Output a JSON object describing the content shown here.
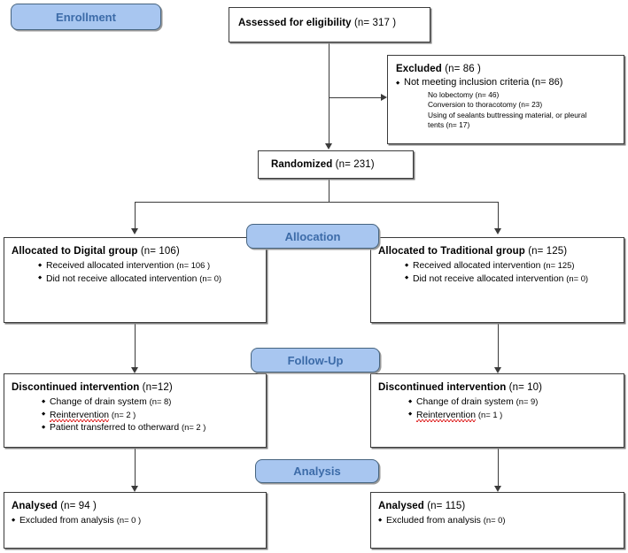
{
  "diagram": {
    "title": "CONSORT participant flow diagram",
    "accent_color": "#a8c6f0",
    "badge_text_color": "#3c6ba8",
    "line_color": "#3b3b3b"
  },
  "stages": {
    "enrollment": "Enrollment",
    "allocation": "Allocation",
    "followup": "Follow-Up",
    "analysis": "Analysis"
  },
  "enrollment": {
    "assessed": {
      "label": "Assessed  for eligibility",
      "count": "(n= 317 )"
    },
    "excluded": {
      "label": "Excluded",
      "count": "(n=  86 )",
      "reason": "Not meeting inclusion criteria",
      "reason_count": "(n=  86)",
      "details": [
        "No lobectomy (n=  46)",
        "Conversion to thoracotomy (n=  23)",
        "Using of sealants buttressing material,  or pleural",
        "tents (n= 17)"
      ]
    },
    "randomized": {
      "label": "Randomized",
      "count": "(n= 231)"
    }
  },
  "allocation": {
    "left": {
      "title": "Allocated to Digital group",
      "count": "(n= 106)",
      "items": [
        {
          "text": "Received allocated intervention",
          "n": "(n= 106 )"
        },
        {
          "text": "Did not receive allocated intervention",
          "n": "(n=  0)"
        }
      ]
    },
    "right": {
      "title": "Allocated to Traditional group",
      "count": "(n=  125)",
      "items": [
        {
          "text": "Received allocated intervention",
          "n": "(n= 125)"
        },
        {
          "text": "Did not receive allocated intervention",
          "n": "(n=  0)"
        }
      ]
    }
  },
  "followup": {
    "left": {
      "title": "Discontinued intervention",
      "count": "(n=12)",
      "items": [
        {
          "text": "Change of drain system",
          "n": "(n=  8)",
          "flagged": false
        },
        {
          "text": "Reintervention",
          "n": "(n= 2 )",
          "flagged": true
        },
        {
          "text": "Patient transferred to otherward",
          "n": "(n= 2 )",
          "flagged": false
        }
      ]
    },
    "right": {
      "title": "Discontinued intervention",
      "count": "(n=  10)",
      "items": [
        {
          "text": "Change of drain system",
          "n": "(n=  9)",
          "flagged": false
        },
        {
          "text": "Reintervention",
          "n": "(n= 1 )",
          "flagged": true
        }
      ]
    }
  },
  "analysis": {
    "left": {
      "title": "Analysed",
      "count": "(n= 94 )",
      "items": [
        {
          "text": "Excluded from analysis",
          "n": "(n= 0 )"
        }
      ]
    },
    "right": {
      "title": "Analysed",
      "count": "(n=  115)",
      "items": [
        {
          "text": "Excluded from analysis",
          "n": "(n= 0)"
        }
      ]
    }
  }
}
